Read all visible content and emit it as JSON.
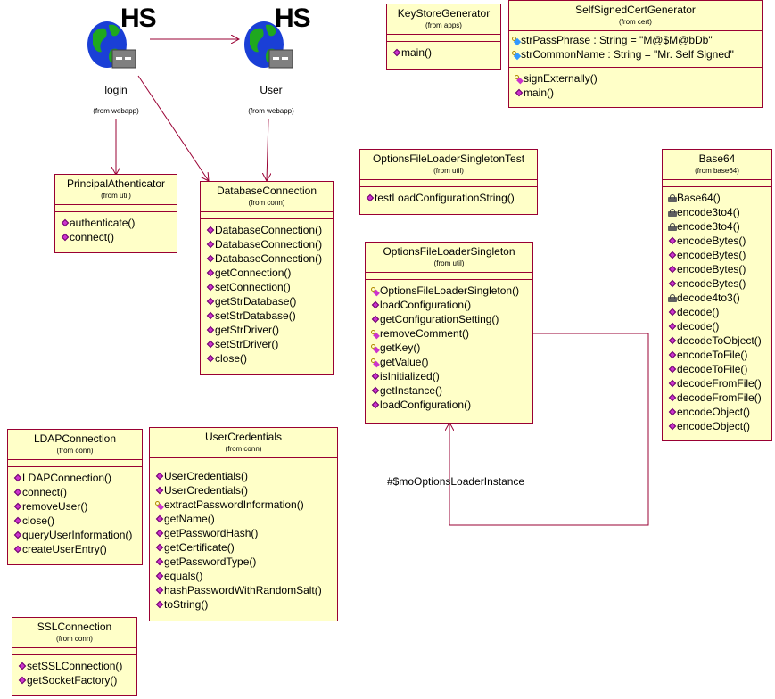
{
  "actors": {
    "login": {
      "label": "login",
      "from": "(from webapp)",
      "badge": "HS"
    },
    "user": {
      "label": "User",
      "from": "(from webapp)",
      "badge": "HS"
    }
  },
  "classes": {
    "keystore": {
      "name": "KeyStoreGenerator",
      "from": "(from apps)",
      "ops": [
        {
          "vis": "pub",
          "text": "main()"
        }
      ]
    },
    "selfsigned": {
      "name": "SelfSignedCertGenerator",
      "from": "(from cert)",
      "attrs": [
        {
          "vis": "attr",
          "text": "strPassPhrase : String = \"M@$M@bDb\""
        },
        {
          "vis": "attr",
          "text": "strCommonName : String = \"Mr. Self Signed\""
        }
      ],
      "ops": [
        {
          "vis": "prot",
          "text": "signExternally()"
        },
        {
          "vis": "pub",
          "text": "main()"
        }
      ]
    },
    "principal": {
      "name": "PrincipalAthenticator",
      "from": "(from util)",
      "ops": [
        {
          "vis": "pub",
          "text": "authenticate()"
        },
        {
          "vis": "pub",
          "text": "connect()"
        }
      ]
    },
    "dbconn": {
      "name": "DatabaseConnection",
      "from": "(from conn)",
      "ops": [
        {
          "vis": "pub",
          "text": "DatabaseConnection()"
        },
        {
          "vis": "pub",
          "text": "DatabaseConnection()"
        },
        {
          "vis": "pub",
          "text": "DatabaseConnection()"
        },
        {
          "vis": "pub",
          "text": "getConnection()"
        },
        {
          "vis": "pub",
          "text": "setConnection()"
        },
        {
          "vis": "pub",
          "text": "getStrDatabase()"
        },
        {
          "vis": "pub",
          "text": "setStrDatabase()"
        },
        {
          "vis": "pub",
          "text": "getStrDriver()"
        },
        {
          "vis": "pub",
          "text": "setStrDriver()"
        },
        {
          "vis": "pub",
          "text": "close()"
        }
      ]
    },
    "ofltest": {
      "name": "OptionsFileLoaderSingletonTest",
      "from": "(from util)",
      "ops": [
        {
          "vis": "pub",
          "text": "testLoadConfigurationString()"
        }
      ]
    },
    "ofl": {
      "name": "OptionsFileLoaderSingleton",
      "from": "(from util)",
      "ops": [
        {
          "vis": "prot",
          "text": "OptionsFileLoaderSingleton()"
        },
        {
          "vis": "pub",
          "text": "loadConfiguration()"
        },
        {
          "vis": "pub",
          "text": "getConfigurationSetting()"
        },
        {
          "vis": "prot",
          "text": "removeComment()"
        },
        {
          "vis": "prot",
          "text": "getKey()"
        },
        {
          "vis": "prot",
          "text": "getValue()"
        },
        {
          "vis": "pub",
          "text": "isInitialized()"
        },
        {
          "vis": "pub",
          "text": "getInstance()"
        },
        {
          "vis": "pub",
          "text": "loadConfiguration()"
        }
      ]
    },
    "base64": {
      "name": "Base64",
      "from": "(from base64)",
      "ops": [
        {
          "vis": "priv",
          "text": "Base64()"
        },
        {
          "vis": "priv",
          "text": "encode3to4()"
        },
        {
          "vis": "priv",
          "text": "encode3to4()"
        },
        {
          "vis": "pub",
          "text": "encodeBytes()"
        },
        {
          "vis": "pub",
          "text": "encodeBytes()"
        },
        {
          "vis": "pub",
          "text": "encodeBytes()"
        },
        {
          "vis": "pub",
          "text": "encodeBytes()"
        },
        {
          "vis": "priv",
          "text": "decode4to3()"
        },
        {
          "vis": "pub",
          "text": "decode()"
        },
        {
          "vis": "pub",
          "text": "decode()"
        },
        {
          "vis": "pub",
          "text": "decodeToObject()"
        },
        {
          "vis": "pub",
          "text": "encodeToFile()"
        },
        {
          "vis": "pub",
          "text": "decodeToFile()"
        },
        {
          "vis": "pub",
          "text": "decodeFromFile()"
        },
        {
          "vis": "pub",
          "text": "decodeFromFile()"
        },
        {
          "vis": "pub",
          "text": "encodeObject()"
        },
        {
          "vis": "pub",
          "text": "encodeObject()"
        }
      ]
    },
    "ldap": {
      "name": "LDAPConnection",
      "from": "(from conn)",
      "ops": [
        {
          "vis": "pub",
          "text": "LDAPConnection()"
        },
        {
          "vis": "pub",
          "text": "connect()"
        },
        {
          "vis": "pub",
          "text": "removeUser()"
        },
        {
          "vis": "pub",
          "text": "close()"
        },
        {
          "vis": "pub",
          "text": "queryUserInformation()"
        },
        {
          "vis": "pub",
          "text": "createUserEntry()"
        }
      ]
    },
    "usercred": {
      "name": "UserCredentials",
      "from": "(from conn)",
      "ops": [
        {
          "vis": "pub",
          "text": "UserCredentials()"
        },
        {
          "vis": "pub",
          "text": "UserCredentials()"
        },
        {
          "vis": "prot",
          "text": "extractPasswordInformation()"
        },
        {
          "vis": "pub",
          "text": "getName()"
        },
        {
          "vis": "pub",
          "text": "getPasswordHash()"
        },
        {
          "vis": "pub",
          "text": "getCertificate()"
        },
        {
          "vis": "pub",
          "text": "getPasswordType()"
        },
        {
          "vis": "pub",
          "text": "equals()"
        },
        {
          "vis": "pub",
          "text": "hashPasswordWithRandomSalt()"
        },
        {
          "vis": "pub",
          "text": "toString()"
        }
      ]
    },
    "ssl": {
      "name": "SSLConnection",
      "from": "(from conn)",
      "ops": [
        {
          "vis": "pub",
          "text": "setSSLConnection()"
        },
        {
          "vis": "pub",
          "text": "getSocketFactory()"
        }
      ]
    }
  },
  "associations": {
    "selfref": "#$moOptionsLoaderInstance"
  },
  "colors": {
    "class_fill": "#ffffc8",
    "class_border": "#990033",
    "line": "#990033",
    "public_icon": "#cc33cc"
  }
}
